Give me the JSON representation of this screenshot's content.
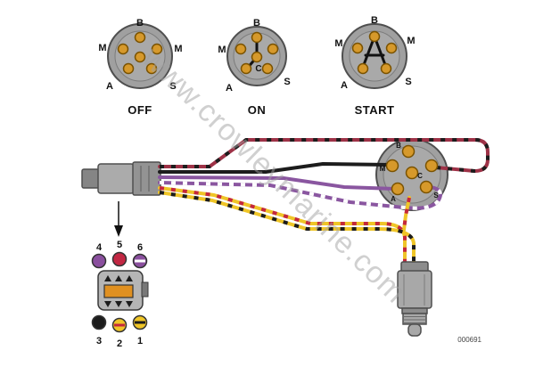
{
  "watermark": "www.crowleymarine.com",
  "part_number": "000691",
  "switch_positions": [
    {
      "label": "OFF",
      "terminals": {
        "top": "B",
        "left": "M",
        "right": "M",
        "bottom_left": "A",
        "bottom_right": "S"
      }
    },
    {
      "label": "ON",
      "terminals": {
        "top": "B",
        "left": "M",
        "center": "C",
        "bottom_left": "A",
        "bottom_right": "S"
      }
    },
    {
      "label": "START",
      "terminals": {
        "top": "B",
        "left": "M",
        "right": "M",
        "bottom_left": "A",
        "bottom_right": "S"
      }
    }
  ],
  "ignition_switch": {
    "terminals": {
      "top": "B",
      "left": "M",
      "bottom_left": "A",
      "bottom_right": "S",
      "center": "C"
    }
  },
  "connector_pins": {
    "top_row": [
      {
        "number": "4",
        "wire_color": "purple",
        "hex": "#8a4f9e"
      },
      {
        "number": "5",
        "wire_color": "red",
        "hex": "#c22743"
      },
      {
        "number": "6",
        "wire_color": "purple-white",
        "hex": "#8a4f9e"
      }
    ],
    "bottom_row": [
      {
        "number": "3",
        "wire_color": "black",
        "hex": "#1c1c1c"
      },
      {
        "number": "2",
        "wire_color": "yellow-red",
        "hex": "#efc527"
      },
      {
        "number": "1",
        "wire_color": "yellow-black",
        "hex": "#efc527"
      }
    ]
  },
  "colors": {
    "terminal_gold": "#d6992b",
    "housing_gray": "#a2a2a2",
    "wire_maroon": "#9e3247",
    "wire_black": "#1c1c1c",
    "wire_purple": "#8a56a0",
    "wire_yellow": "#efc527",
    "stripe_red": "#c4283c",
    "stripe_white": "#ffffff"
  }
}
